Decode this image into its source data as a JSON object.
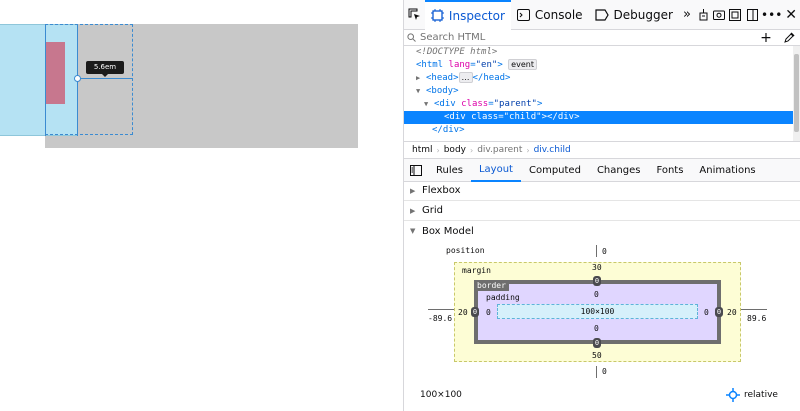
{
  "viewport": {
    "tooltip": "5.6em"
  },
  "toolbar": {
    "tabs": [
      {
        "label": "Inspector",
        "icon": "inspector-icon",
        "active": true
      },
      {
        "label": "Console",
        "icon": "console-icon",
        "active": false
      },
      {
        "label": "Debugger",
        "icon": "debugger-icon",
        "active": false
      }
    ]
  },
  "search": {
    "placeholder": "Search HTML"
  },
  "markup": {
    "doctype": "<!DOCTYPE html>",
    "html_tag": "html",
    "html_attr": "lang",
    "html_val": "\"en\"",
    "event_badge": "event",
    "head_open": "<head>",
    "head_close": "</head>",
    "ellipsis": "…",
    "body_tag": "<body>",
    "div_parent_tag": "div",
    "div_parent_attr": "class",
    "div_parent_val": "\"parent\"",
    "div_child_tag": "div",
    "div_child_attr": "class",
    "div_child_val": "\"child\"",
    "div_child_close": "</div>",
    "div_close": "</div>"
  },
  "breadcrumbs": [
    "html",
    "body",
    "div.parent",
    "div.child"
  ],
  "panel_tabs": [
    "Rules",
    "Layout",
    "Computed",
    "Changes",
    "Fonts",
    "Animations"
  ],
  "panel_active": "Layout",
  "sections": {
    "flexbox": "Flexbox",
    "grid": "Grid",
    "boxmodel": "Box Model"
  },
  "boxmodel": {
    "position_label": "position",
    "position_top": "0",
    "position_bottom": "0",
    "position_left": "-89.6",
    "position_right": "89.6",
    "margin_label": "margin",
    "margin_top": "30",
    "margin_bottom": "50",
    "margin_left": "20",
    "margin_right": "20",
    "border_label": "border",
    "border_top": "0",
    "border_bottom": "0",
    "border_left": "0",
    "border_right": "0",
    "padding_label": "padding",
    "padding_top": "0",
    "padding_bottom": "0",
    "padding_left": "0",
    "padding_right": "0",
    "content_size": "100×100"
  },
  "footer": {
    "size": "100×100",
    "position": "relative"
  }
}
